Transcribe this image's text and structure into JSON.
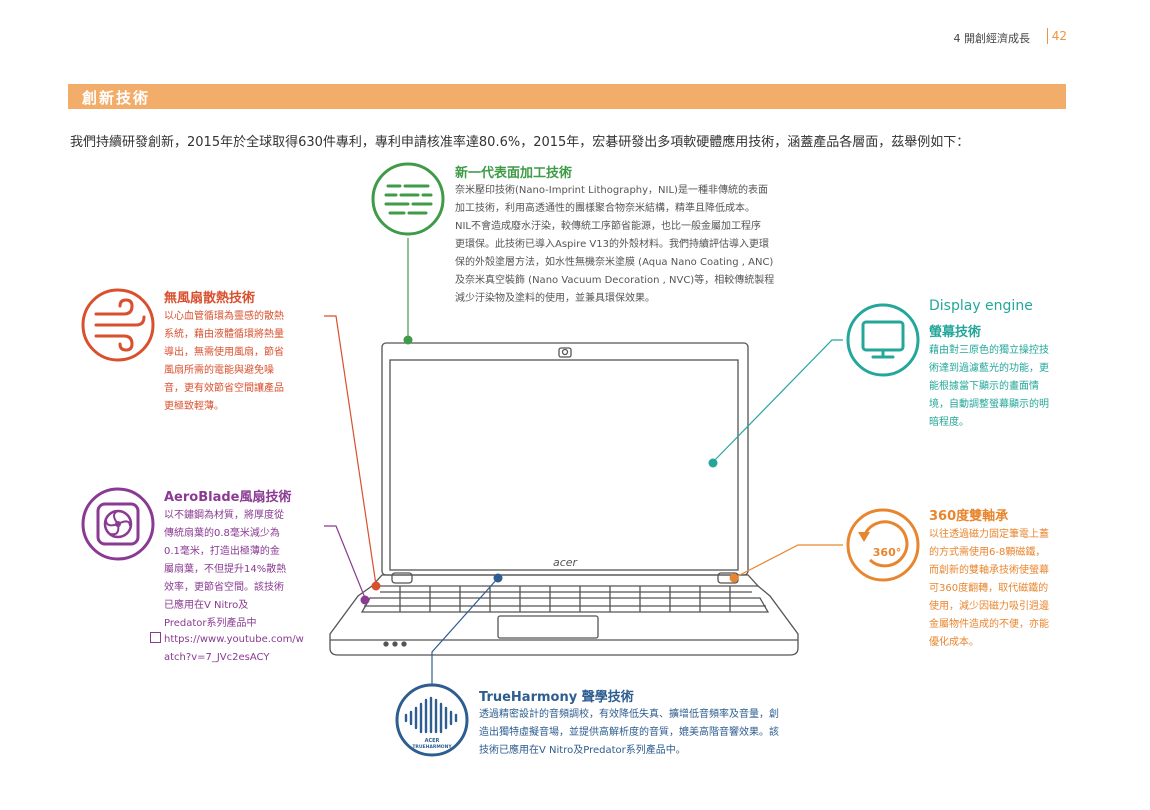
{
  "header": {
    "chapter": "4 開創經濟成長",
    "page": "42"
  },
  "section": {
    "title": "創新技術"
  },
  "intro": "我們持續研發創新，2015年於全球取得630件專利，專利申請核准率達80.6%，2015年，宏碁研發出多項軟硬體應用技術，涵蓋產品各層面，茲舉例如下：",
  "laptop": {
    "brand": "acer"
  },
  "features": {
    "surface": {
      "title": "新一代表面加工技術",
      "lines": [
        "奈米壓印技術(Nano-Imprint Lithography，NIL)是一種非傳統的表面",
        "加工技術，利用高透通性的團樣聚合物奈米結構，精準且降低成本。",
        "NIL不會造成廢水汙染，較傳統工序節省能源，也比一般金屬加工程序",
        "更環保。此技術已導入Aspire V13的外殼材料。我們持續評估導入更環",
        "保的外殼塗層方法，如水性無機奈米塗膜 (Aqua Nano Coating , ANC)",
        "及奈米真空裝飾 (Nano Vacuum Decoration , NVC)等，相較傳統製程",
        "減少汙染物及塗料的使用，並兼具環保效果。"
      ],
      "icon": "stripes-icon",
      "color": "#3f9b47"
    },
    "fanless": {
      "title": "無風扇散熱技術",
      "lines": [
        "以心血管循環為靈感的散熱",
        "系統，藉由液體循環將熱量",
        "導出，無需使用風扇，節省",
        "風扇所需的電能與避免噪",
        "音，更有效節省空間讓產品",
        "更極致輕薄。"
      ],
      "icon": "wind-icon",
      "color": "#d9502e"
    },
    "aeroblade": {
      "title": "AeroBlade風扇技術",
      "lines": [
        "以不鏽鋼為材質，將厚度從",
        "傳統扇葉的0.8毫米減少為",
        "0.1毫米，打造出極薄的金",
        "屬扇葉，不但提升14%散熱",
        "效率，更節省空間。該技術",
        "已應用在V Nitro及",
        "Predator系列產品中"
      ],
      "link": [
        "https://www.youtube.com/w",
        "atch?v=7_JVc2esACY"
      ],
      "icon": "fan-icon",
      "color": "#8a3a92"
    },
    "display": {
      "title_en": "Display engine",
      "title": "螢幕技術",
      "lines": [
        "藉由對三原色的獨立操控技",
        "術達到過濾藍光的功能，更",
        "能根據當下顯示的畫面情",
        "境，自動調整螢幕顯示的明",
        "暗程度。"
      ],
      "icon": "monitor-icon",
      "color": "#24a79a"
    },
    "hinge": {
      "title": "360度雙軸承",
      "lines": [
        "以往透過磁力固定筆電上蓋",
        "的方式需使用6-8顆磁鐵，",
        "而創新的雙軸承技術使螢幕",
        "可360度翻轉，取代磁鐵的",
        "使用，減少因磁力吸引週邊",
        "金屬物件造成的不便，亦能",
        "優化成本。"
      ],
      "badge": "360°",
      "icon": "rotate-360-icon",
      "color": "#e8862f"
    },
    "trueharmony": {
      "title": "TrueHarmony 聲學技術",
      "lines": [
        "透過精密設計的音頻調校，有效降低失真、擴增低音頻率及音量，創",
        "造出獨特虛擬音場，並提供高解析度的音質，媲美高階音響效果。該",
        "技術已應用在V Nitro及Predator系列產品中。"
      ],
      "logo_top": "ACER",
      "logo_bottom": "TRUEHARMONY",
      "icon": "soundwave-icon",
      "color": "#2e5d8f"
    }
  }
}
